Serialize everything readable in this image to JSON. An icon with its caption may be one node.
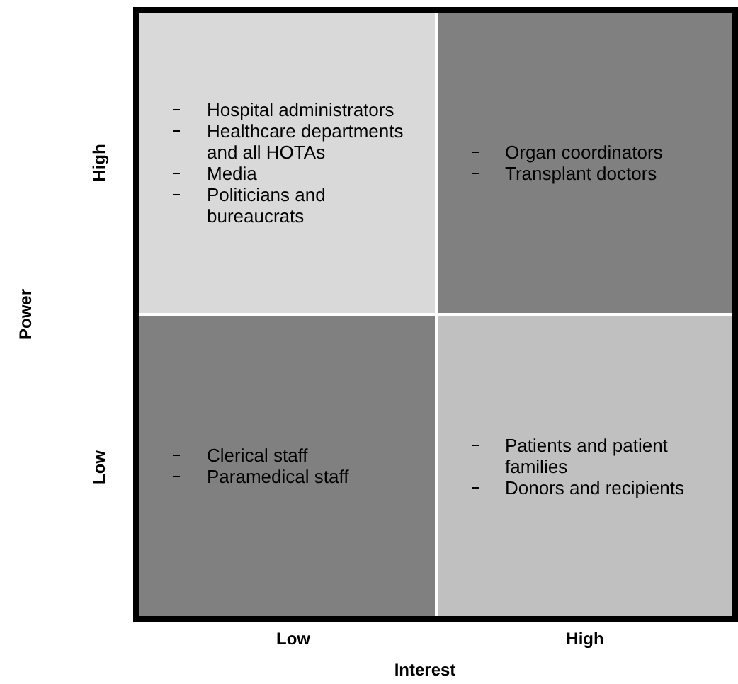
{
  "diagram": {
    "nodes": [
      {
        "text": [
          "Hospital administrators",
          "Healthcare departments and all HOTAs",
          "Media",
          "Politicians and bureaucrats"
        ]
      },
      {
        "text": [
          "Organ coordinators",
          "Transplant doctors"
        ]
      },
      {
        "text": [
          "Clerical staff",
          "Paramedical staff"
        ]
      },
      {
        "text": [
          "Patients and patient families",
          "Donors and recipients"
        ]
      }
    ],
    "labels": [
      "Power",
      "High",
      "Low",
      "Low",
      "High",
      "Interest"
    ]
  }
}
